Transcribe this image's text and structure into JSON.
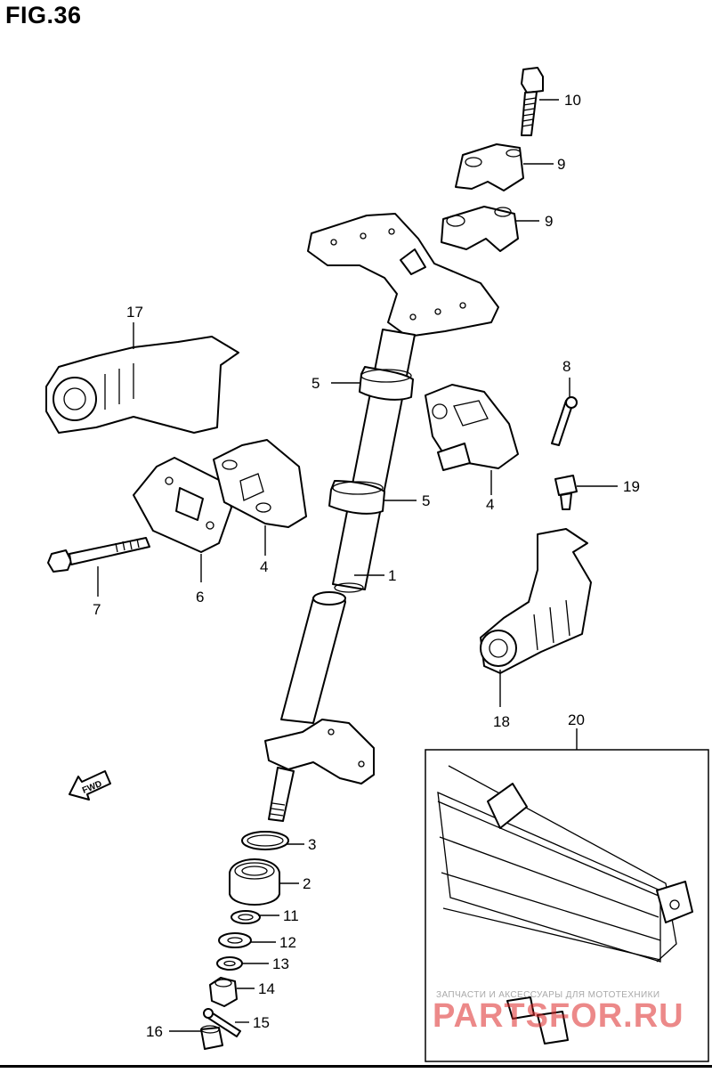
{
  "figure": {
    "title": "FIG.36"
  },
  "callouts": [
    {
      "key": "p1",
      "label": "1"
    },
    {
      "key": "p2",
      "label": "2"
    },
    {
      "key": "p3",
      "label": "3"
    },
    {
      "key": "p4a",
      "label": "4"
    },
    {
      "key": "p4b",
      "label": "4"
    },
    {
      "key": "p5a",
      "label": "5"
    },
    {
      "key": "p5b",
      "label": "5"
    },
    {
      "key": "p6",
      "label": "6"
    },
    {
      "key": "p7",
      "label": "7"
    },
    {
      "key": "p8",
      "label": "8"
    },
    {
      "key": "p9a",
      "label": "9"
    },
    {
      "key": "p9b",
      "label": "9"
    },
    {
      "key": "p10",
      "label": "10"
    },
    {
      "key": "p11",
      "label": "11"
    },
    {
      "key": "p12",
      "label": "12"
    },
    {
      "key": "p13",
      "label": "13"
    },
    {
      "key": "p14",
      "label": "14"
    },
    {
      "key": "p15",
      "label": "15"
    },
    {
      "key": "p16",
      "label": "16"
    },
    {
      "key": "p17",
      "label": "17"
    },
    {
      "key": "p18",
      "label": "18"
    },
    {
      "key": "p19",
      "label": "19"
    },
    {
      "key": "p20",
      "label": "20"
    }
  ],
  "direction_marker": {
    "label": "FWD"
  },
  "watermark": {
    "line1": "ЗАПЧАСТИ И АКСЕССУАРЫ ДЛЯ МОТОТЕХНИКИ",
    "line2": "PARTSFOR.RU"
  },
  "colors": {
    "line": "#000000",
    "background": "#ffffff",
    "watermark_red": "#dc2828"
  }
}
